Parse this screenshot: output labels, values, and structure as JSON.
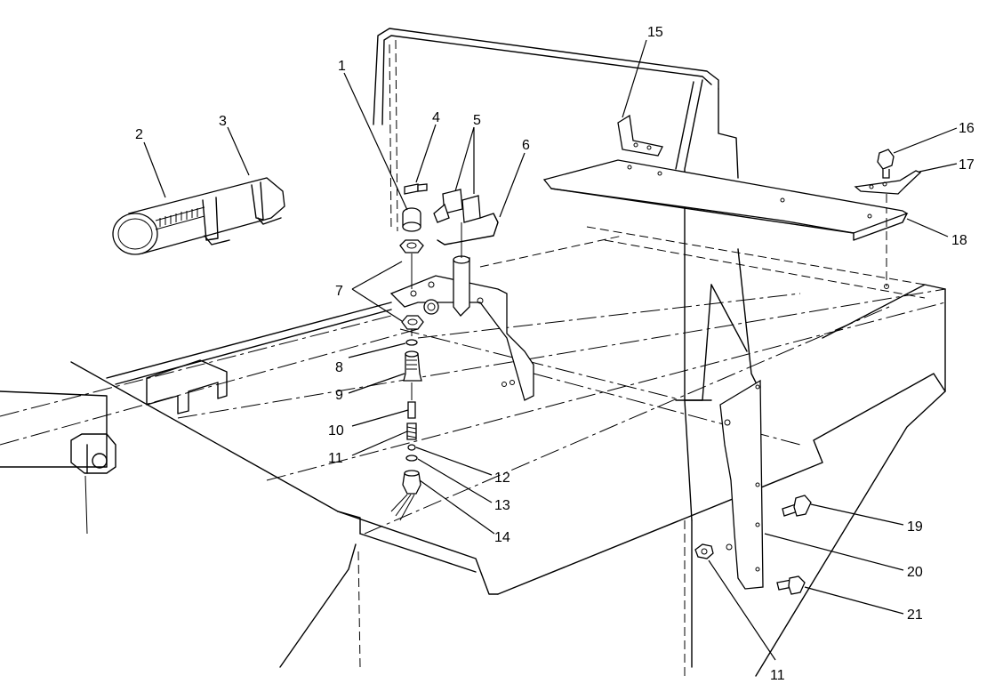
{
  "callouts": [
    "1",
    "2",
    "3",
    "4",
    "5",
    "6",
    "7",
    "8",
    "9",
    "10",
    "11",
    "11",
    "12",
    "13",
    "14",
    "15",
    "16",
    "17",
    "18",
    "19",
    "20",
    "21"
  ]
}
